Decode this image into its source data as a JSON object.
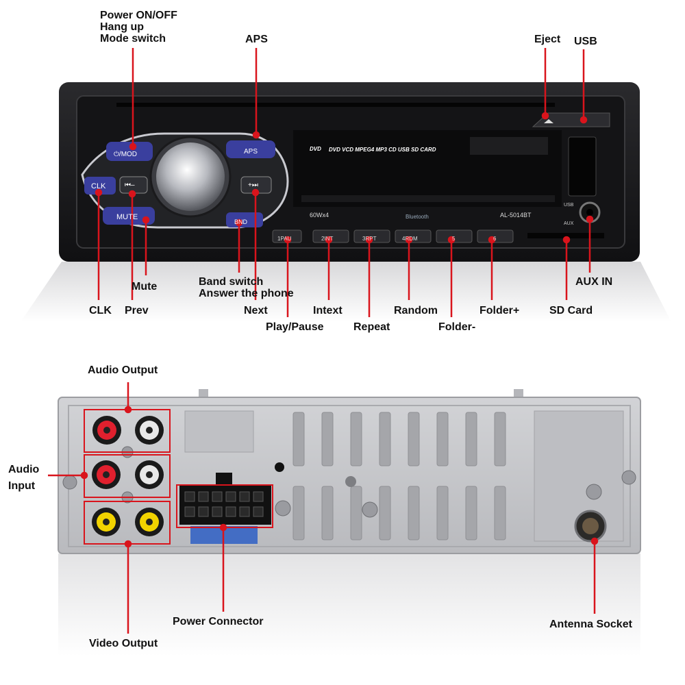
{
  "front": {
    "panel_text": {
      "mod": "⏻/MOD",
      "aps": "APS",
      "clk": "CLK",
      "prev": "⏮–",
      "next": "+⏭",
      "mute": "MUTE",
      "bnd": "BND",
      "formats": "DVD VCD MPEG4 MP3 CD USB SD CARD",
      "dvd_logo": "DVD",
      "power": "60Wx4",
      "bluetooth": "Bluetooth",
      "model": "AL-5014BT",
      "usb": "USB",
      "aux": "AUX",
      "presets": [
        "1PAU",
        "2INT",
        "3RPT",
        "4RDM",
        "5",
        "6"
      ]
    },
    "callouts": {
      "power": "Power ON/OFF\nHang up\nMode switch",
      "aps": "APS",
      "eject": "Eject",
      "usb": "USB",
      "mute": "Mute",
      "band": "Band switch\nAnswer the phone",
      "aux_in": "AUX IN",
      "clk": "CLK",
      "prev": "Prev",
      "next": "Next",
      "intext": "Intext",
      "random": "Random",
      "folder_plus": "Folder+",
      "sd_card": "SD Card",
      "play_pause": "Play/Pause",
      "repeat": "Repeat",
      "folder_minus": "Folder-"
    }
  },
  "back": {
    "callouts": {
      "audio_output": "Audio Output",
      "audio_input": "Audio\nInput",
      "video_output": "Video Output",
      "power_connector": "Power Connector",
      "antenna_socket": "Antenna Socket"
    }
  },
  "colors": {
    "callout_line": "#d9141c",
    "unit_body": "#1b1b1d",
    "button_blue": "#3a3f9e",
    "chassis": "#c9cace",
    "rca_red": "#e0202e",
    "rca_white": "#e8e8e8",
    "rca_yellow": "#f2d300"
  }
}
